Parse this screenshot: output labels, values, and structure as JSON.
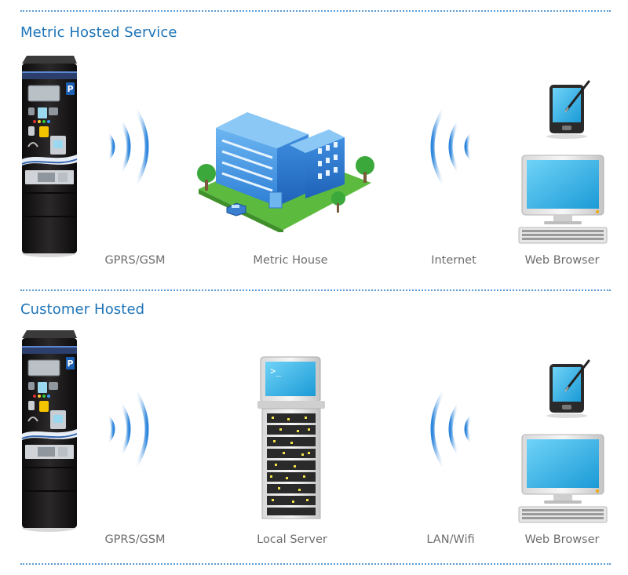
{
  "sections": [
    {
      "title": "Metric Hosted Service",
      "labels": [
        "GPRS/GSM",
        "Metric House",
        "Internet",
        "Web Browser"
      ]
    },
    {
      "title": "Customer Hosted",
      "labels": [
        "GPRS/GSM",
        "Local Server",
        "LAN/Wifi",
        "Web Browser"
      ]
    }
  ],
  "icons": {
    "meter_sign": "P",
    "server_prompt": ">_"
  },
  "colors": {
    "title": "#1d74b8",
    "divider": "#5b9bd5",
    "caption": "#6d6d6d",
    "wave": "#4a90e2",
    "screen": "#29a8e0",
    "building": "#3a8fe0",
    "meter_body": "#1c1a1b"
  }
}
